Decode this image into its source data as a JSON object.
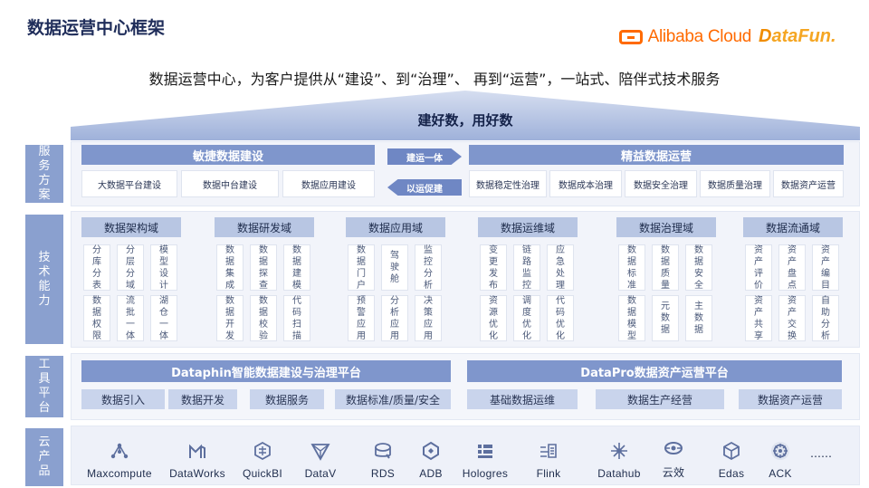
{
  "title": "数据运营中心框架",
  "logos": {
    "alibaba": "Alibaba Cloud",
    "datafun_prefix": "D",
    "datafun_rest": "ataFun."
  },
  "subtitle": "数据运营中心，为客户提供从“建设”、到“治理”、 再到“运营”，一站式、陪伴式技术服务",
  "roof_label": "建好数，用好数",
  "row_labels": [
    "服务方案",
    "技术能力",
    "工具平台",
    "云产品"
  ],
  "services": {
    "left_title": "敏捷数据建设",
    "left_items": [
      "大数据平台建设",
      "数据中台建设",
      "数据应用建设"
    ],
    "arrow_right": "建运一体",
    "arrow_left": "以运促建",
    "right_title": "精益数据运营",
    "right_items": [
      "数据稳定性治理",
      "数据成本治理",
      "数据安全治理",
      "数据质量治理",
      "数据资产运营"
    ]
  },
  "domains": [
    {
      "title": "数据架构域",
      "cells": [
        "分库分表",
        "分层分域",
        "模型设计",
        "数据权限",
        "流批一体",
        "湖仓一体"
      ]
    },
    {
      "title": "数据研发域",
      "cells": [
        "数据集成",
        "数据探查",
        "数据建模",
        "数据开发",
        "数据校验",
        "代码扫描"
      ]
    },
    {
      "title": "数据应用域",
      "cells": [
        "数据门户",
        "驾驶舱",
        "监控分析",
        "预警应用",
        "分析应用",
        "决策应用"
      ]
    },
    {
      "title": "数据运维域",
      "cells": [
        "变更发布",
        "链路监控",
        "应急处理",
        "资源优化",
        "调度优化",
        "代码优化"
      ]
    },
    {
      "title": "数据治理域",
      "cells": [
        "数据标准",
        "数据质量",
        "数据安全",
        "数据模型",
        "元数据",
        "主数据"
      ]
    },
    {
      "title": "数据流通域",
      "cells": [
        "资产评价",
        "资产盘点",
        "资产编目",
        "资产共享",
        "资产交换",
        "自助分析"
      ]
    }
  ],
  "platforms": {
    "left_title": "Dataphin智能数据建设与治理平台",
    "left_items": [
      "数据引入",
      "数据开发",
      "数据服务",
      "数据标准/质量/安全"
    ],
    "right_title": "DataPro数据资产运营平台",
    "right_items": [
      "基础数据运维",
      "数据生产经营",
      "数据资产运营"
    ]
  },
  "products": [
    {
      "name": "Maxcompute",
      "icon": "maxcompute-icon"
    },
    {
      "name": "DataWorks",
      "icon": "dataworks-icon"
    },
    {
      "name": "QuickBI",
      "icon": "quickbi-icon"
    },
    {
      "name": "DataV",
      "icon": "datav-icon"
    },
    {
      "name": "RDS",
      "icon": "rds-icon"
    },
    {
      "name": "ADB",
      "icon": "adb-icon"
    },
    {
      "name": "Hologres",
      "icon": "hologres-icon"
    },
    {
      "name": "Flink",
      "icon": "flink-icon"
    },
    {
      "name": "Datahub",
      "icon": "datahub-icon"
    },
    {
      "name": "云效",
      "icon": "yunxiao-icon"
    },
    {
      "name": "Edas",
      "icon": "edas-icon"
    },
    {
      "name": "ACK",
      "icon": "ack-icon"
    }
  ],
  "more": "……",
  "colors": {
    "accent": "#7f96cc",
    "light": "#c9d4ec",
    "roof": "#9db0d9",
    "alibaba": "#ff6a00",
    "datafun": "#f5a623"
  }
}
